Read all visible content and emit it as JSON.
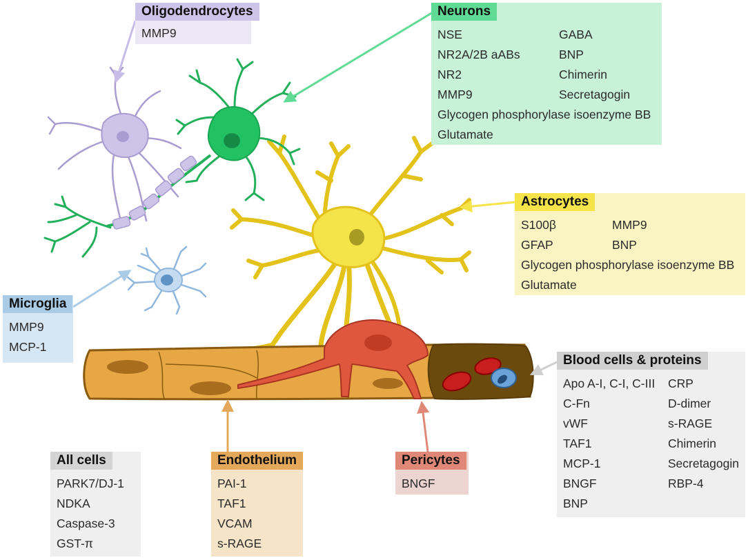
{
  "colors": {
    "oligodendrocytes": "#cdc4ea",
    "neurons": "#5fdb95",
    "astrocytes": "#f5e34a",
    "microglia": "#a9cbe6",
    "blood": "#cfcfcf",
    "all_cells": "#d4d4d4",
    "endothelium": "#e3a85a",
    "pericytes": "#e08878",
    "vessel": "#e7a744"
  },
  "boxes": {
    "oligodendrocytes": {
      "title": "Oligodendrocytes",
      "items": [
        "MMP9"
      ]
    },
    "neurons": {
      "title": "Neurons",
      "col1": [
        "NSE",
        "NR2A/2B aABs",
        "NR2",
        "MMP9"
      ],
      "col2": [
        "GABA",
        "BNP",
        "Chimerin",
        "Secretagogin"
      ],
      "full": [
        "Glycogen phosphorylase isoenzyme BB",
        "Glutamate"
      ]
    },
    "astrocytes": {
      "title": "Astrocytes",
      "col1": [
        "S100β",
        "GFAP"
      ],
      "col2": [
        "MMP9",
        "BNP"
      ],
      "full": [
        "Glycogen phosphorylase isoenzyme BB",
        "Glutamate"
      ]
    },
    "microglia": {
      "title": "Microglia",
      "items": [
        "MMP9",
        "MCP-1"
      ]
    },
    "blood": {
      "title": "Blood cells & proteins",
      "col1": [
        "Apo A-I, C-I, C-III",
        "C-Fn",
        "vWF",
        "TAF1",
        "MCP-1",
        "BNGF",
        "BNP"
      ],
      "col2": [
        "CRP",
        "D-dimer",
        "s-RAGE",
        "Chimerin",
        "Secretagogin",
        "RBP-4"
      ]
    },
    "all_cells": {
      "title": "All cells",
      "items": [
        "PARK7/DJ-1",
        "NDKA",
        "Caspase-3",
        "GST-π"
      ]
    },
    "endothelium": {
      "title": "Endothelium",
      "items": [
        "PAI-1",
        "TAF1",
        "VCAM",
        "s-RAGE"
      ]
    },
    "pericytes": {
      "title": "Pericytes",
      "items": [
        "BNGF"
      ]
    }
  }
}
